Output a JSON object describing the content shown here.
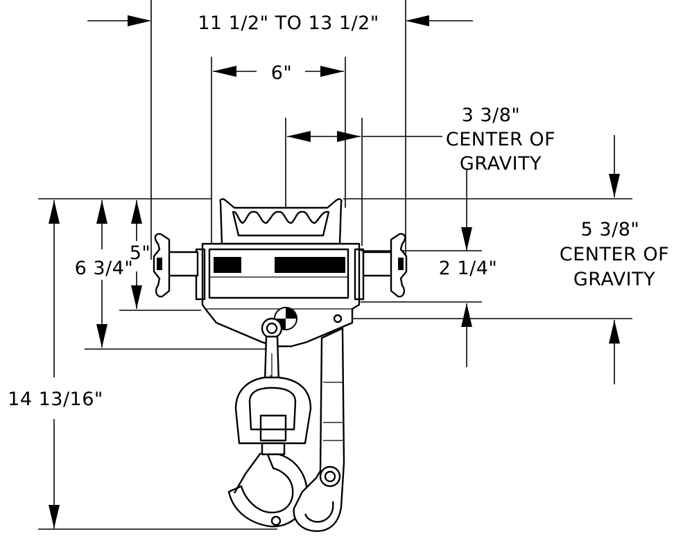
{
  "dimensions": {
    "overall_width": "11 1/2\" TO 13 1/2\"",
    "body_width": "6\"",
    "cg_horizontal_value": "3 3/8\"",
    "cg_horizontal_line1": "CENTER OF",
    "cg_horizontal_line2": "GRAVITY",
    "cg_vertical_value": "5 3/8\"",
    "cg_vertical_line1": "CENTER OF",
    "cg_vertical_line2": "GRAVITY",
    "handle_height": "5\"",
    "body_height": "6 3/4\"",
    "body_depth": "2 1/4\"",
    "overall_height": "14 13/16\""
  },
  "colors": {
    "ink": "#000000",
    "paper": "#ffffff"
  }
}
